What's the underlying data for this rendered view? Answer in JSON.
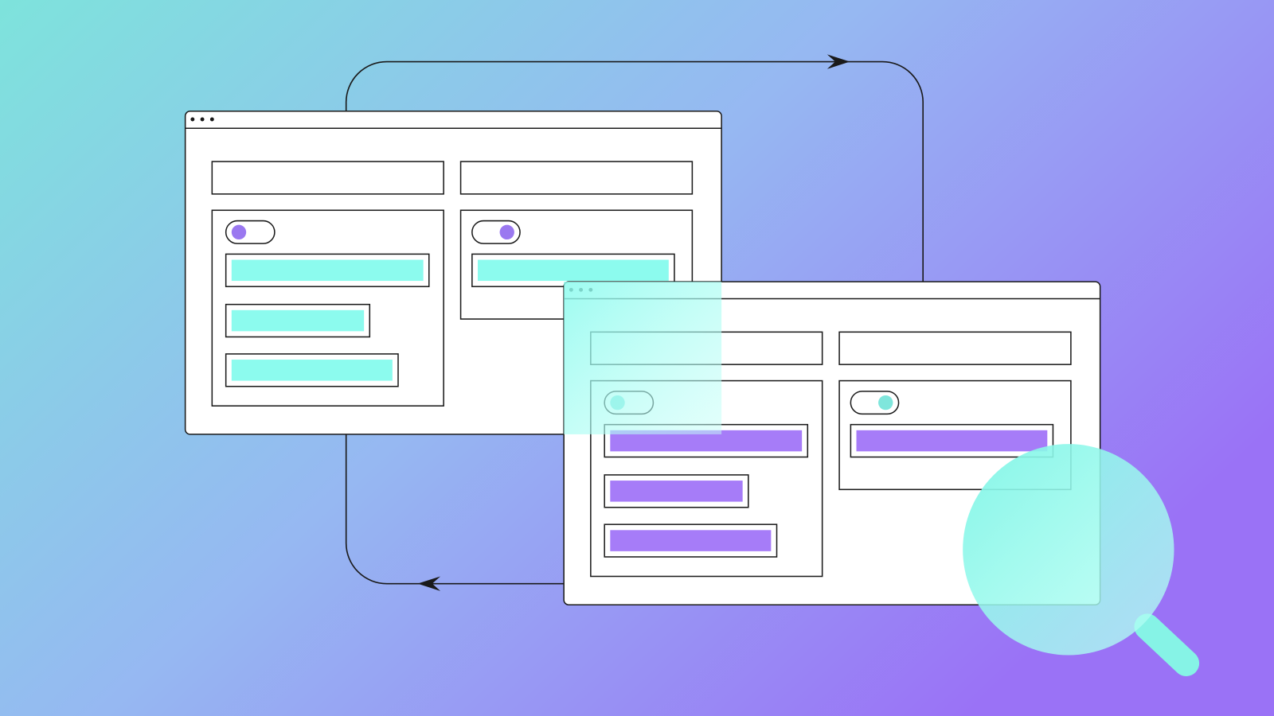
{
  "colors": {
    "background_start": "#7ee3dc",
    "background_mid": "#96b8f2",
    "background_end": "#9a72f6",
    "window_fill": "#ffffff",
    "outline": "#1a1a1a",
    "accent_cyan": "#8cfbee",
    "accent_purple": "#a67cf8",
    "knob_purple": "#9a78f0",
    "knob_cyan": "#7fe6dc"
  },
  "windows": [
    {
      "name": "source-window",
      "bar_color": "accent_cyan",
      "knob_color": "knob_purple",
      "toggles": [
        "off",
        "on"
      ]
    },
    {
      "name": "target-window",
      "bar_color": "accent_purple",
      "knob_color": "knob_cyan",
      "toggles": [
        "off",
        "on"
      ]
    }
  ],
  "icons": [
    "window-dots-icon",
    "toggle-icon",
    "loop-arrow-icon",
    "magnifier-icon"
  ]
}
